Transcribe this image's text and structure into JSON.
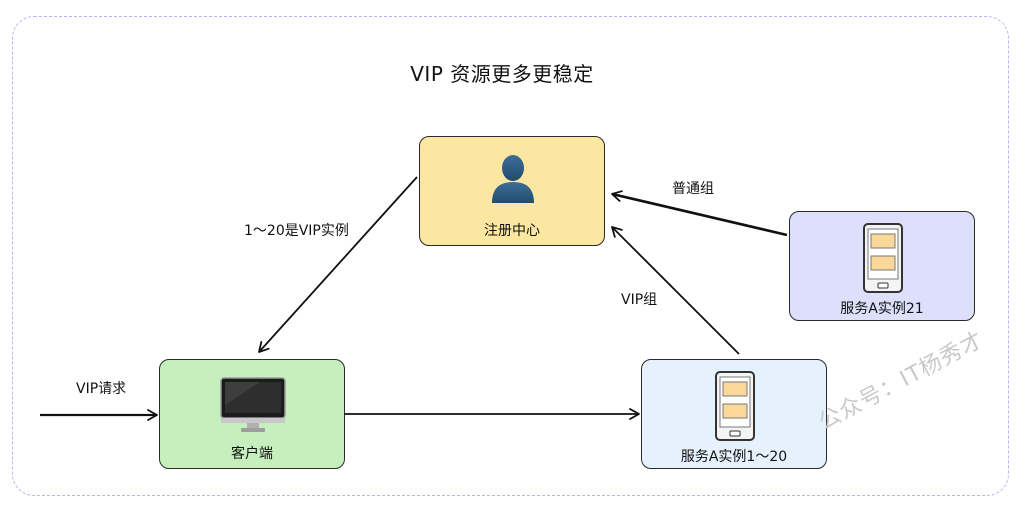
{
  "title": "VIP 资源更多更稳定",
  "nodes": {
    "registry": {
      "label": "注册中心",
      "icon": "user-icon"
    },
    "client": {
      "label": "客户端",
      "icon": "monitor-icon"
    },
    "vip_service": {
      "label": "服务A实例1～20",
      "icon": "tablet-icon"
    },
    "normal_service": {
      "label": "服务A实例21",
      "icon": "tablet-icon"
    }
  },
  "edges": {
    "registry_to_client": "1～20是VIP实例",
    "normal_to_registry": "普通组",
    "vip_to_registry": "VIP组",
    "incoming_request": "VIP请求"
  },
  "watermark": "公众号：IT杨秀才",
  "colors": {
    "registry_fill": "#fbe7a2",
    "client_fill": "#c6efbe",
    "vip_service_fill": "#e5f1fc",
    "normal_service_fill": "#dde0fb",
    "frame_border": "#b9b4f0"
  }
}
